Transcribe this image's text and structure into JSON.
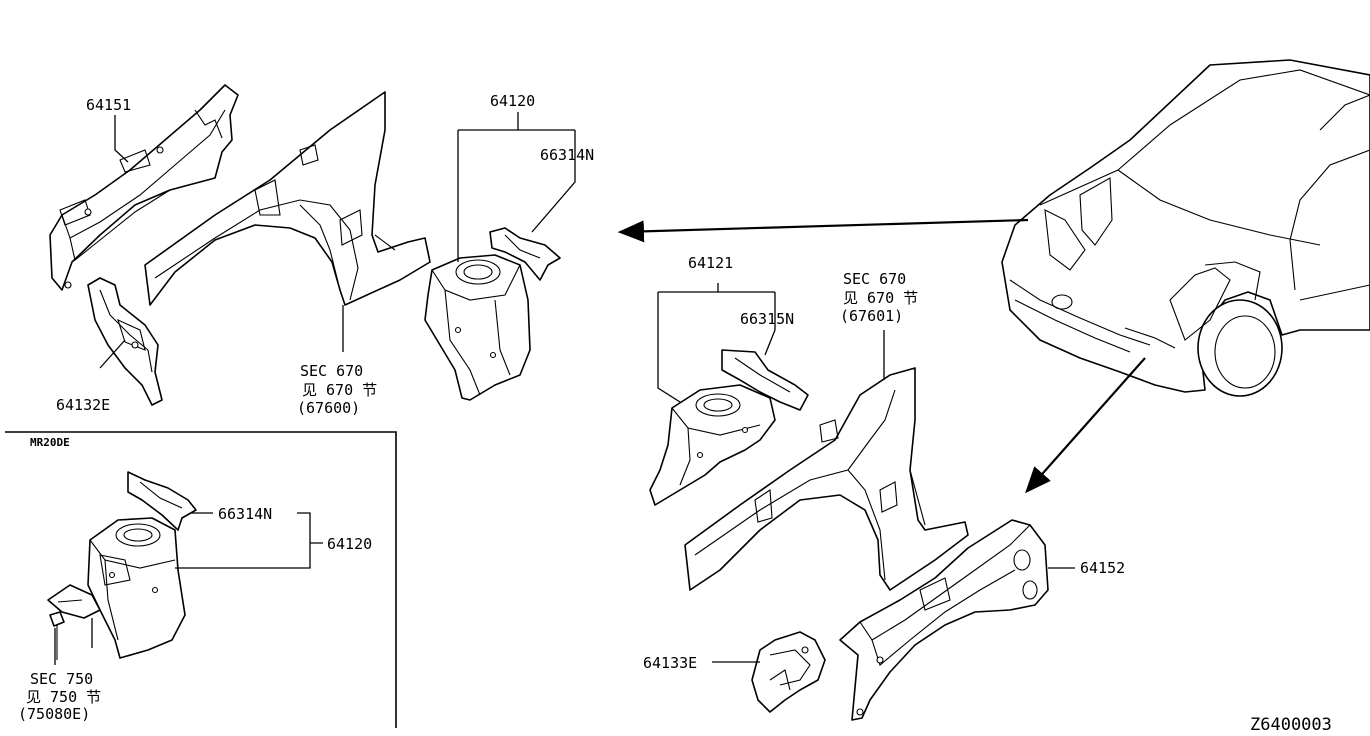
{
  "labels": {
    "p64151": "64151",
    "p64132E": "64132E",
    "sec670_left": "SEC 670",
    "see670_left": "见 670 节",
    "p67600": "(67600)",
    "p64120_top": "64120",
    "p66314N_top": "66314N",
    "p64121": "64121",
    "p66315N": "66315N",
    "sec670_right": "SEC 670",
    "see670_right": "见 670 节",
    "p67601": "(67601)",
    "p64152": "64152",
    "p64133E": "64133E",
    "inset_title": "MR20DE",
    "p66314N_inset": "66314N",
    "p64120_inset": "64120",
    "sec750": "SEC 750",
    "see750": "见 750 节",
    "p75080E": "(75080E)",
    "diagram_code": "Z6400003"
  },
  "icons": [
    "arrow-left-icon",
    "arrow-down-left-icon",
    "bolt-icon"
  ],
  "colors": {
    "ink": "#000000",
    "paper": "#ffffff"
  }
}
